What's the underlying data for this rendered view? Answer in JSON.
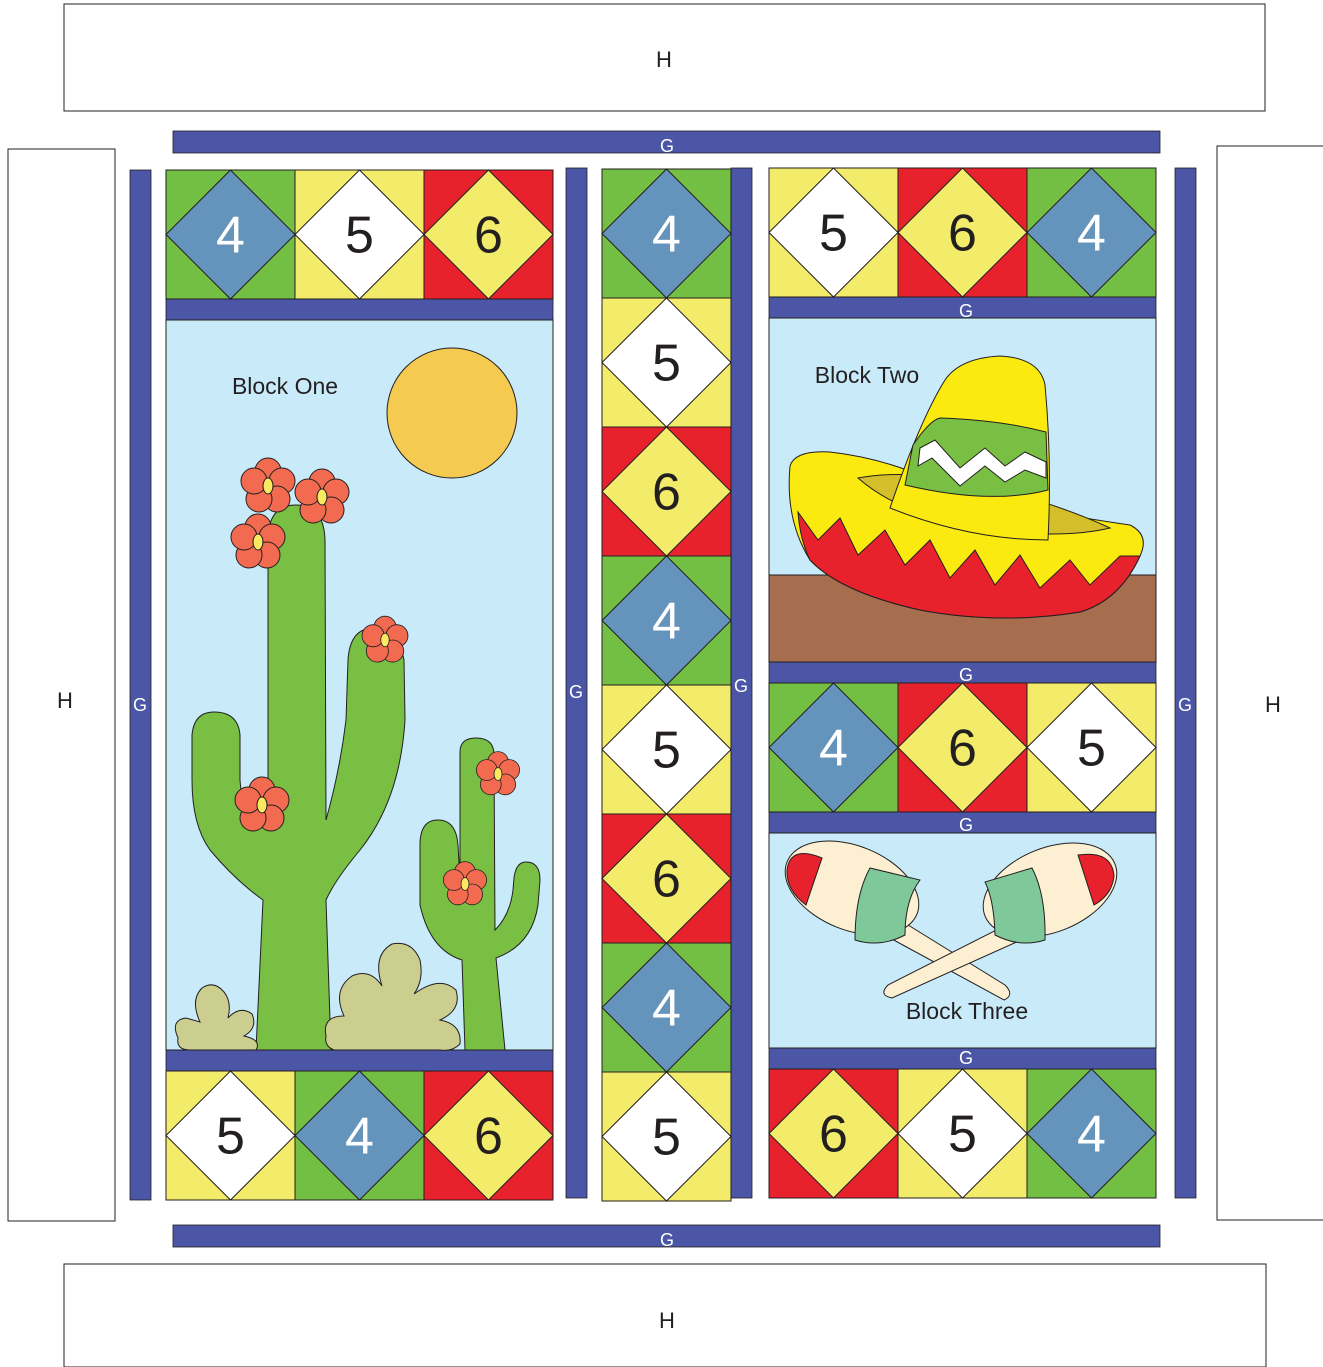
{
  "border_label": "H",
  "sash_label": "G",
  "blocks": {
    "one": "Block One",
    "two": "Block Two",
    "three": "Block Three"
  },
  "square_colors": {
    "4": {
      "corner": "#73bf44",
      "diamond": "#6494bb",
      "text": "#ffffff"
    },
    "5": {
      "corner": "#f3eb6a",
      "diamond": "#ffffff",
      "text": "#231f20"
    },
    "6": {
      "corner": "#e8222d",
      "diamond": "#f3eb6a",
      "text": "#231f20"
    }
  },
  "colors": {
    "sashing": "#4b57a6",
    "sky": "#c8eaf9",
    "cactus": "#79bf43",
    "flower": "#f26b50",
    "sun": "#f4cb50",
    "shrub": "#ccce8f",
    "table": "#a66d4f",
    "hat_yellow": "#fbea10",
    "hat_red": "#e8222d",
    "maraca_red": "#e8222d",
    "maraca_green": "#7fc89a",
    "maraca_cream": "#fdefd2"
  },
  "rows": {
    "block_one_top": [
      "4",
      "5",
      "6"
    ],
    "block_one_bottom": [
      "5",
      "4",
      "6"
    ],
    "center_column": [
      "4",
      "5",
      "6",
      "4",
      "5",
      "6",
      "4",
      "5"
    ],
    "right_top": [
      "5",
      "6",
      "4"
    ],
    "right_middle": [
      "4",
      "6",
      "5"
    ],
    "right_bottom": [
      "6",
      "5",
      "4"
    ]
  }
}
